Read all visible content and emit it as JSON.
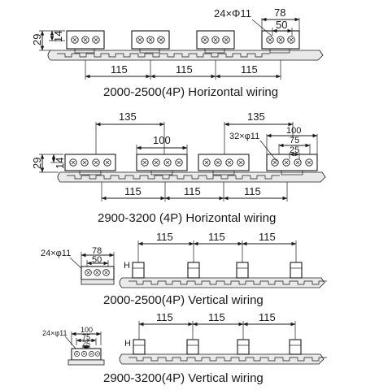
{
  "sections": {
    "s1": {
      "caption": "2000-2500(4P)   Horizontal wiring",
      "hole_spec": "24×Φ11",
      "dim_78": "78",
      "dim_50": "50",
      "dim_29": "29",
      "dim_14": "14",
      "pitches": [
        "115",
        "115",
        "115"
      ]
    },
    "s2": {
      "caption": "2900-3200  (4P)  Horizontal wiring",
      "hole_spec": "32×φ11",
      "dim_135_left": "135",
      "dim_135_right": "135",
      "dim_100_mid": "100",
      "dim_100": "100",
      "dim_75": "75",
      "dim_25": "25",
      "dim_29": "29",
      "dim_14": "14",
      "pitches": [
        "115",
        "115",
        "115"
      ]
    },
    "s3": {
      "caption": "2000-2500(4P)  Vertical wiring",
      "hole_spec": "24×φ11",
      "dim_78": "78",
      "dim_50": "50",
      "dim_h": "H",
      "pitches": [
        "115",
        "115",
        "115"
      ]
    },
    "s4": {
      "caption": "2900-3200(4P)  Vertical wiring",
      "hole_spec": "24×φ11",
      "dim_100": "100",
      "dim_75": "75",
      "dim_25": "25",
      "dim_h": "H",
      "pitches": [
        "115",
        "115",
        "115"
      ]
    }
  }
}
